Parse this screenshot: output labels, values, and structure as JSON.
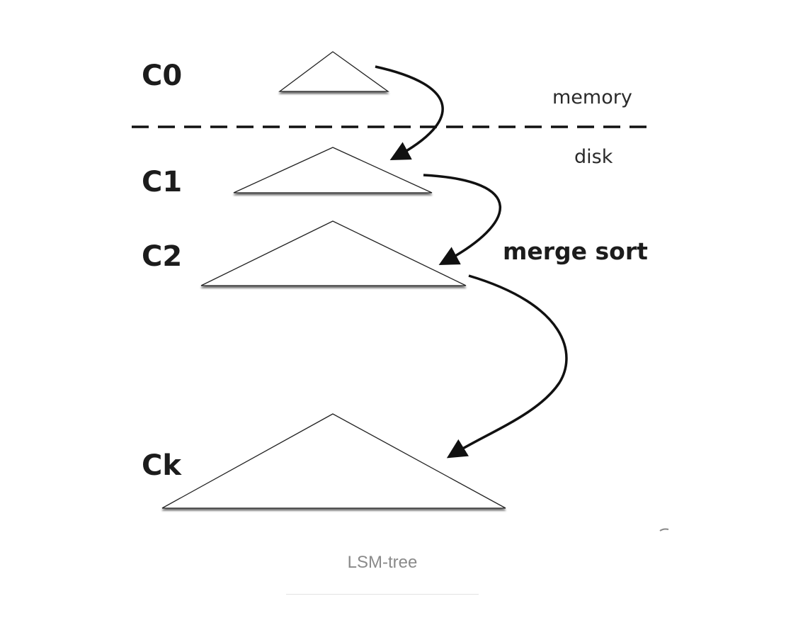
{
  "diagram": {
    "levels": [
      {
        "label": "C0"
      },
      {
        "label": "C1"
      },
      {
        "label": "C2"
      },
      {
        "label": "Ck"
      }
    ],
    "regions": {
      "memory": "memory",
      "disk": "disk"
    },
    "merge_label": "merge sort"
  },
  "caption": "LSM-tree"
}
